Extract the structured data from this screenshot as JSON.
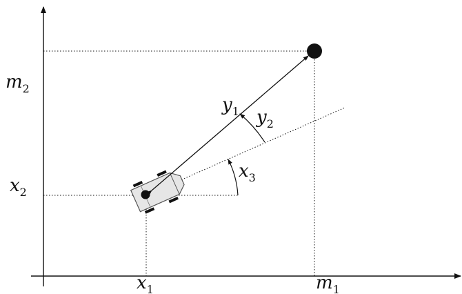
{
  "axis_labels": {
    "x1": {
      "base": "x",
      "sub": "1"
    },
    "x2": {
      "base": "x",
      "sub": "2"
    },
    "m1": {
      "base": "m",
      "sub": "1"
    },
    "m2": {
      "base": "m",
      "sub": "2"
    },
    "y1": {
      "base": "y",
      "sub": "1"
    },
    "y2": {
      "base": "y",
      "sub": "2"
    },
    "x3": {
      "base": "x",
      "sub": "3"
    }
  },
  "colors": {
    "ink": "#111111",
    "robot_fill": "#e6e6e6",
    "robot_stroke": "#555555"
  },
  "icons": {
    "landmark": "filled-circle",
    "robot": "wheeled-robot-top-view"
  }
}
